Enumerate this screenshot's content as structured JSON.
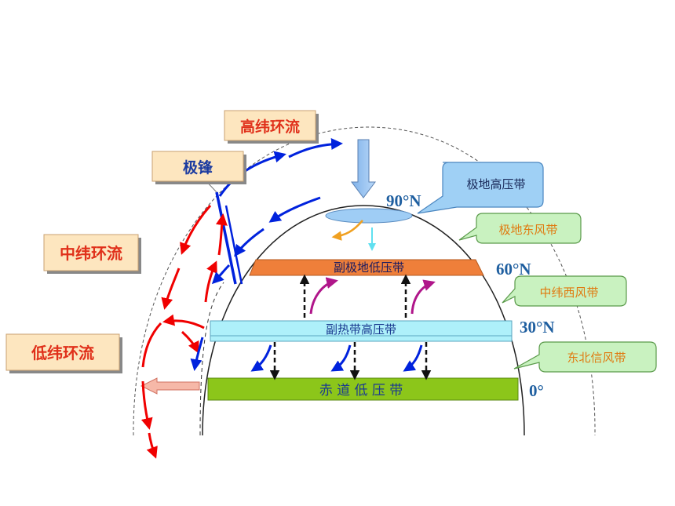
{
  "circulations": {
    "high": "高纬环流",
    "mid": "中纬环流",
    "low": "低纬环流"
  },
  "polar_front": "极锋",
  "pressure_belts": {
    "polar_high": "极地高压带",
    "subpolar_low": "副极地低压带",
    "subtropical_high": "副热带高压带",
    "equatorial_low": "赤 道 低 压 带"
  },
  "wind_belts": {
    "polar_easterlies": "极地东风带",
    "westerlies": "中纬西风带",
    "ne_trades": "东北信风带"
  },
  "latitudes": {
    "lat90": "90°N",
    "lat60": "60°N",
    "lat30": "30°N",
    "lat0": "0°"
  },
  "colors": {
    "label_bg": "#fde6bf",
    "label_text": "#e0301a",
    "front_text": "#1a3aa0",
    "callout_green": "#c9f2c0",
    "callout_blue": "#9fd0f5",
    "callout_text_orange": "#e07a10",
    "subpolar_belt": "#ef7f3a",
    "subtropical_belt": "#aef0fa",
    "equatorial_belt": "#8cc61a",
    "cell_red": "#f00000",
    "cell_blue": "#0022dd",
    "wind_magenta": "#b0168a",
    "latitude_text": "#1f5fa0"
  }
}
